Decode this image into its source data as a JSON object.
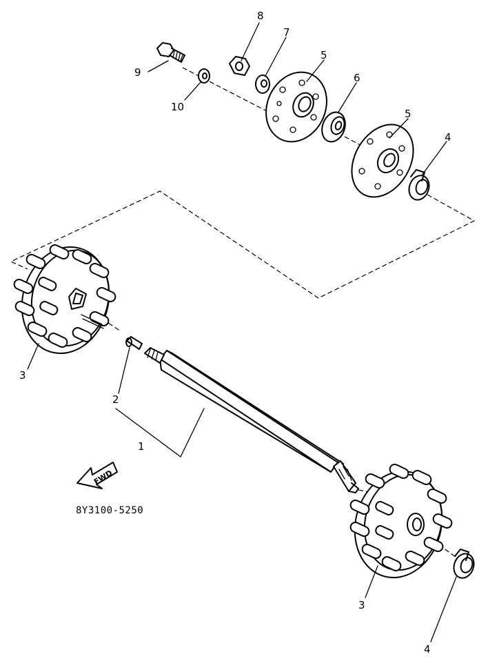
{
  "diagram_code": "8Y3100-5250",
  "direction_arrow_label": "FWD",
  "callouts": {
    "shaft": "1",
    "key": "2",
    "sprocket_left": "3",
    "sprocket_right": "3",
    "clip_upper": "4",
    "clip_lower": "4",
    "housing_outer": "5",
    "housing_inner": "5",
    "bearing": "6",
    "lock_washer": "7",
    "nut": "8",
    "bolt": "9",
    "washer": "10"
  }
}
